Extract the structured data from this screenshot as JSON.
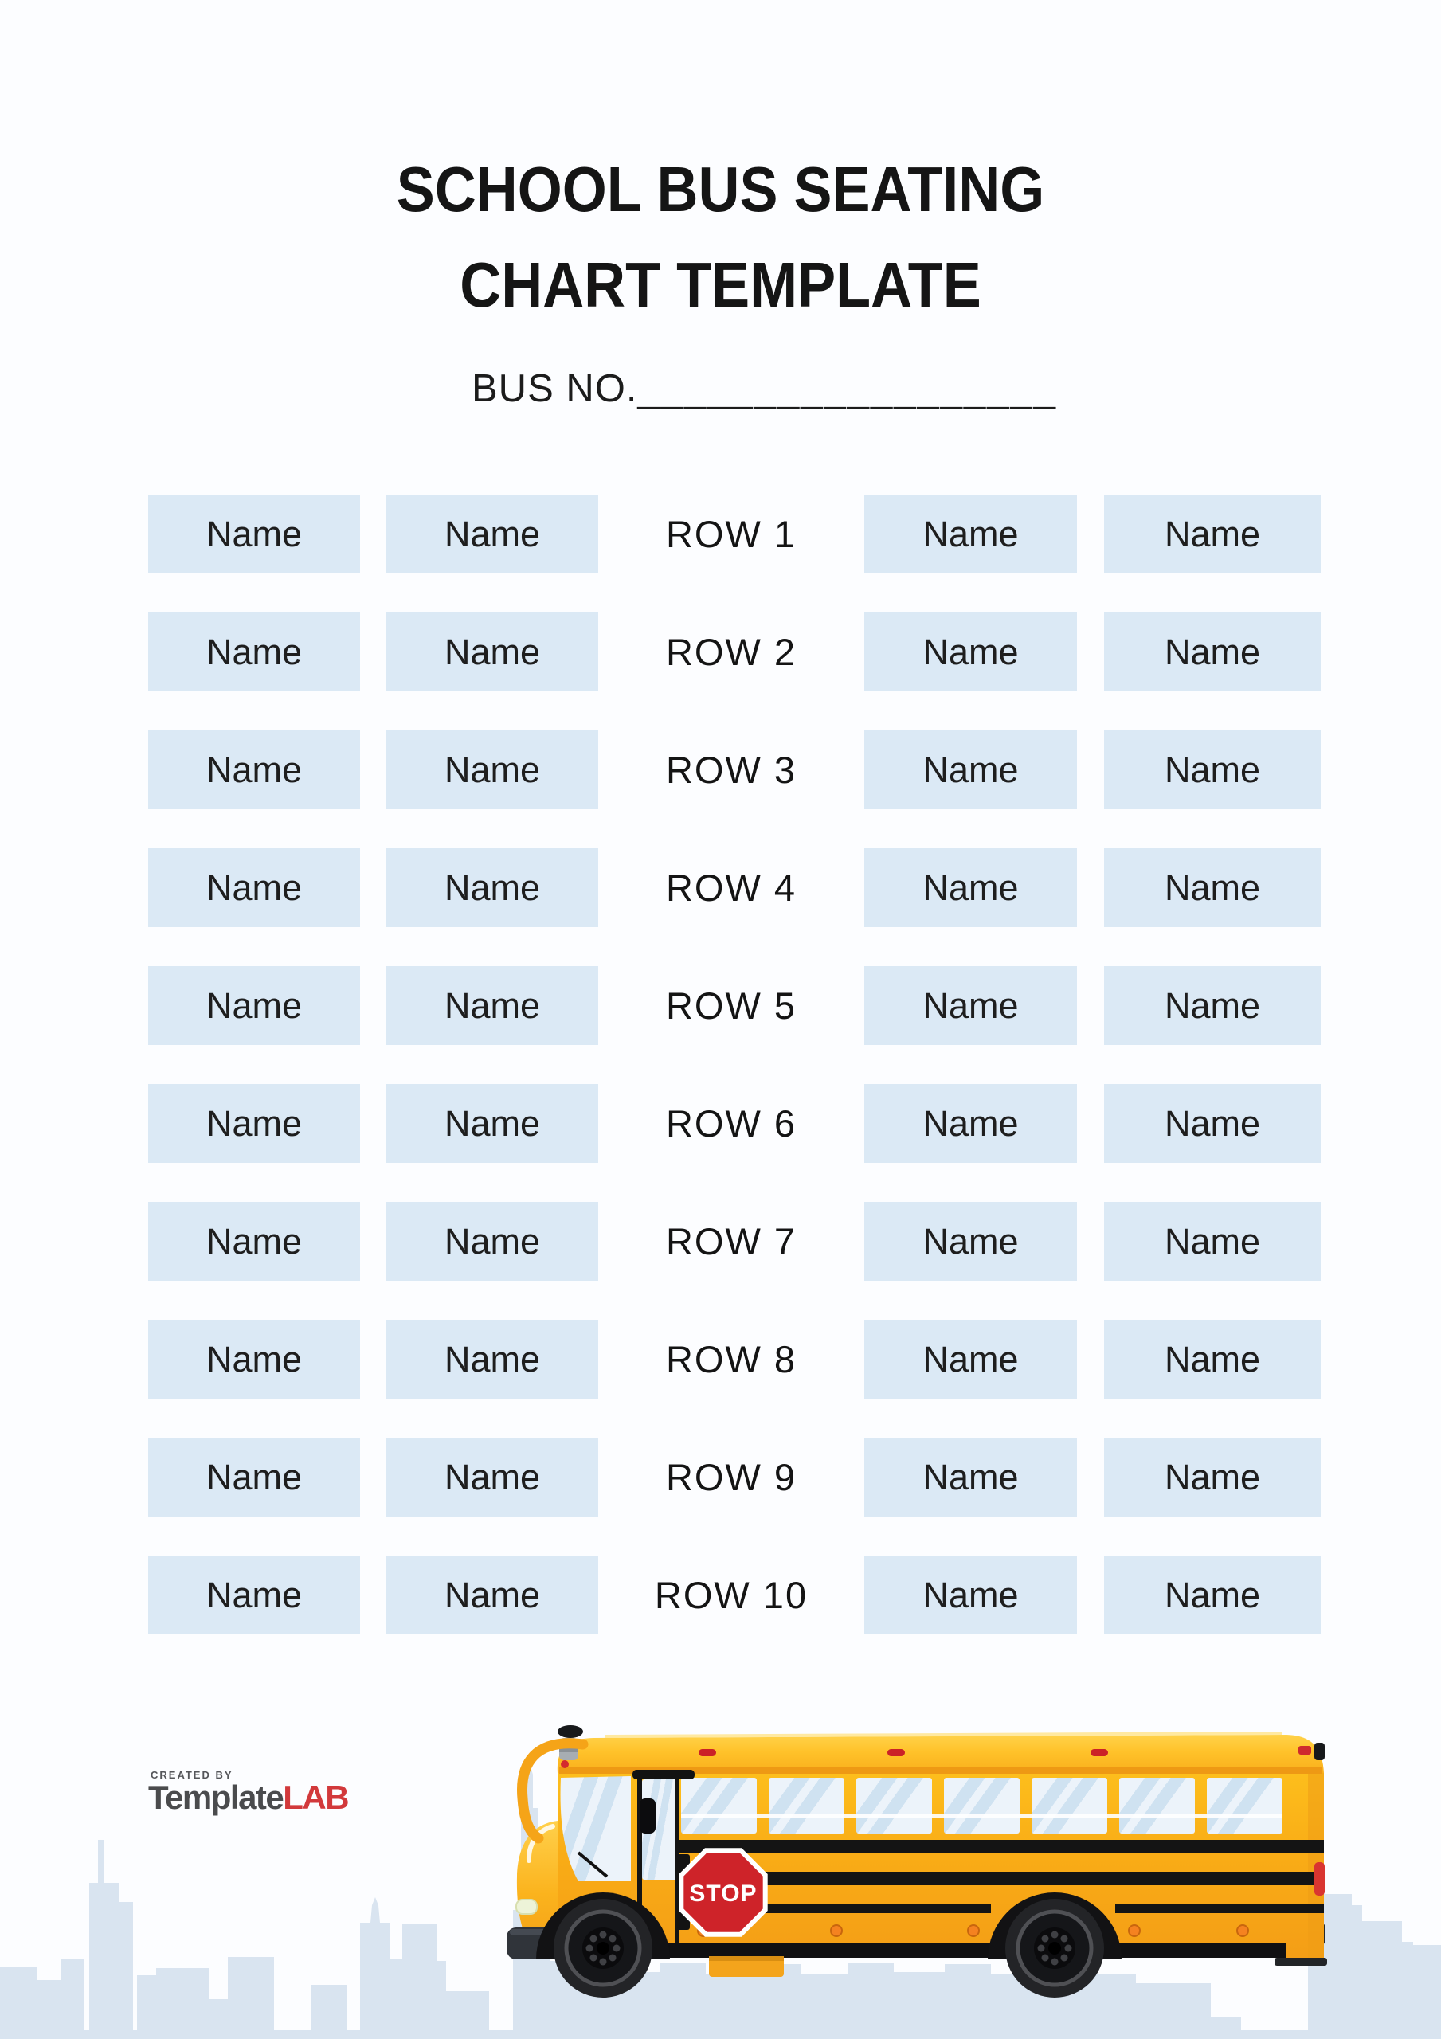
{
  "document": {
    "title_line1": "SCHOOL BUS SEATING",
    "title_line2": "CHART TEMPLATE",
    "bus_no_label": "BUS NO.",
    "bus_no_blank": "__________________"
  },
  "seating_chart": {
    "seat_placeholder": "Name",
    "rows": [
      {
        "label": "ROW 1",
        "seats": [
          "Name",
          "Name",
          "Name",
          "Name"
        ]
      },
      {
        "label": "ROW 2",
        "seats": [
          "Name",
          "Name",
          "Name",
          "Name"
        ]
      },
      {
        "label": "ROW 3",
        "seats": [
          "Name",
          "Name",
          "Name",
          "Name"
        ]
      },
      {
        "label": "ROW 4",
        "seats": [
          "Name",
          "Name",
          "Name",
          "Name"
        ]
      },
      {
        "label": "ROW 5",
        "seats": [
          "Name",
          "Name",
          "Name",
          "Name"
        ]
      },
      {
        "label": "ROW 6",
        "seats": [
          "Name",
          "Name",
          "Name",
          "Name"
        ]
      },
      {
        "label": "ROW 7",
        "seats": [
          "Name",
          "Name",
          "Name",
          "Name"
        ]
      },
      {
        "label": "ROW 8",
        "seats": [
          "Name",
          "Name",
          "Name",
          "Name"
        ]
      },
      {
        "label": "ROW 9",
        "seats": [
          "Name",
          "Name",
          "Name",
          "Name"
        ]
      },
      {
        "label": "ROW 10",
        "seats": [
          "Name",
          "Name",
          "Name",
          "Name"
        ]
      }
    ]
  },
  "branding": {
    "created_by": "CREATED BY",
    "brand_name": "Template",
    "brand_suffix": "LAB"
  },
  "illustration": {
    "stop_sign_text": "STOP"
  },
  "colors": {
    "page_background": "#fcfdff",
    "seat_fill": "#dbe9f5",
    "text": "#1a1a1a",
    "skyline_blue": "#d9e4f0",
    "bus_yellow": "#f9ae17",
    "stop_sign_red": "#ce2329",
    "brand_red": "#d2393b"
  }
}
